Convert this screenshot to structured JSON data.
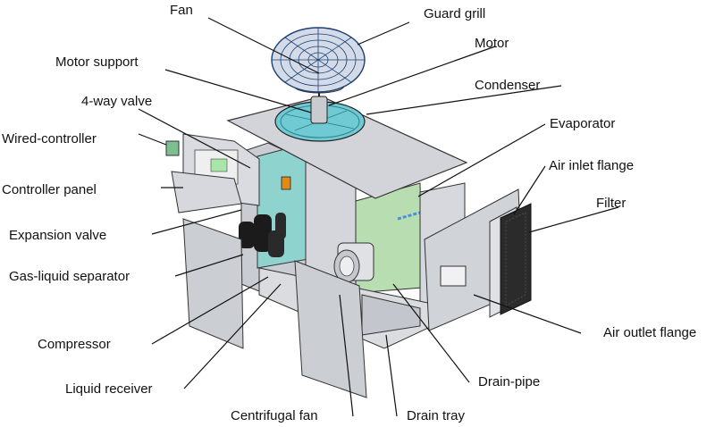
{
  "labels": {
    "fan": "Fan",
    "guard_grill": "Guard grill",
    "motor_support": "Motor support",
    "motor": "Motor",
    "condenser": "Condenser",
    "four_way_valve": "4-way valve",
    "wired_controller": "Wired-controller",
    "evaporator": "Evaporator",
    "air_inlet_flange": "Air inlet flange",
    "controller_panel": "Controller panel",
    "filter": "Filter",
    "expansion_valve": "Expansion valve",
    "gas_liquid_separator": "Gas-liquid separator",
    "air_outlet_flange": "Air outlet flange",
    "compressor": "Compressor",
    "liquid_receiver": "Liquid receiver",
    "drain_pipe": "Drain-pipe",
    "centrifugal_fan": "Centrifugal fan",
    "drain_tray": "Drain tray"
  }
}
